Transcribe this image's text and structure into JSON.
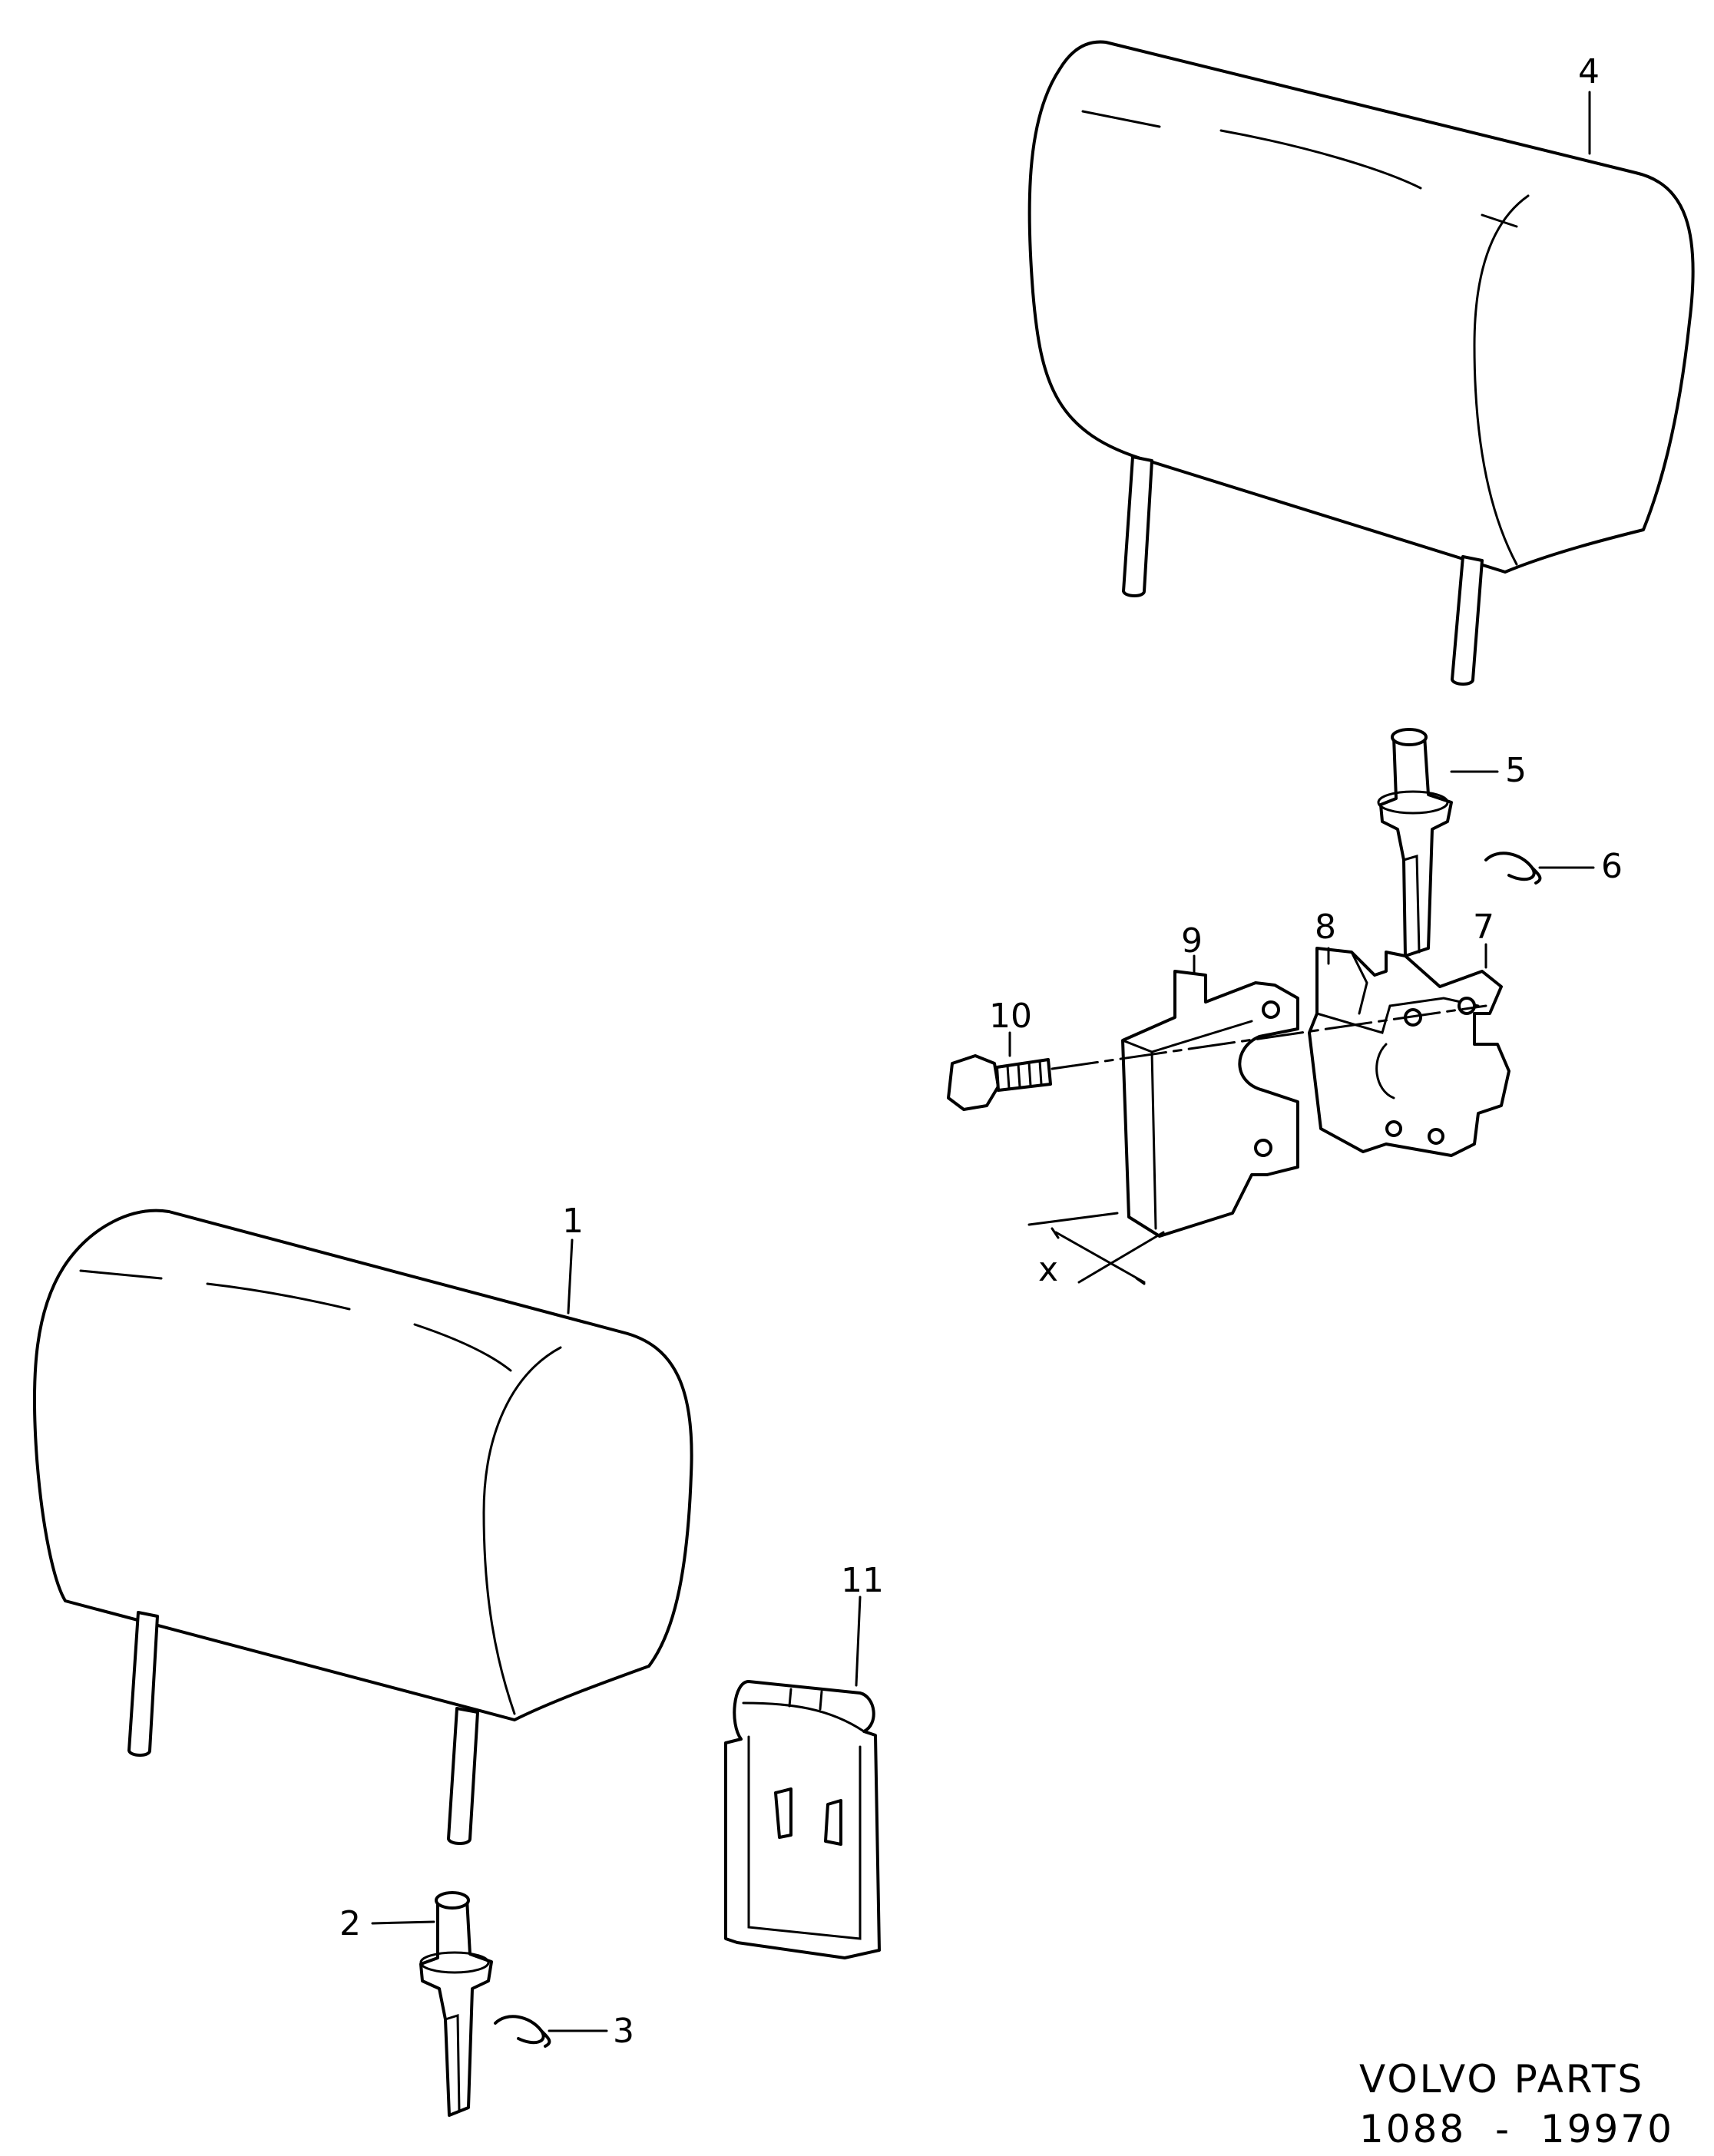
{
  "callouts": {
    "part_1": "1",
    "part_2": "2",
    "part_3": "3",
    "part_4": "4",
    "part_5": "5",
    "part_6": "6",
    "part_7": "7",
    "part_8": "8",
    "part_9": "9",
    "part_10": "10",
    "part_11": "11",
    "dimension_x": "x"
  },
  "footer": {
    "brand": "VOLVO PARTS",
    "code": "1088  -  19970"
  }
}
